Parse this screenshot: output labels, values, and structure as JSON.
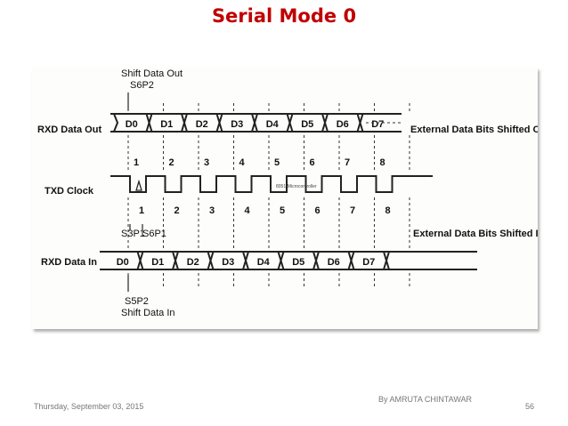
{
  "slide": {
    "title": "Serial Mode 0",
    "footer_date": "Thursday, September 03, 2015",
    "footer_author": "By AMRUTA CHINTAWAR",
    "page_number": "56"
  },
  "diagram": {
    "top_marker": {
      "line1": "Shift Data Out",
      "line2": "S6P2"
    },
    "signals": {
      "rxd_out": "RXD Data Out",
      "txd_clock": "TXD Clock",
      "rxd_in": "RXD Data In"
    },
    "rxd_out_bits": [
      "D0",
      "D1",
      "D2",
      "D3",
      "D4",
      "D5",
      "D6",
      "D7"
    ],
    "rxd_in_bits": [
      "D0",
      "D1",
      "D2",
      "D3",
      "D4",
      "D5",
      "D6",
      "D7"
    ],
    "rxd_out_note": "External Data Bits Shifted Out",
    "rxd_in_note": "External Data Bits Shifted In",
    "clock_numbers": [
      "1",
      "2",
      "3",
      "4",
      "5",
      "6",
      "7",
      "8"
    ],
    "phase_labels": {
      "s3p1": "S3P1",
      "s6p1": "S6P1"
    },
    "bottom_marker": {
      "line1": "S5P2",
      "line2": "Shift Data In"
    },
    "watermark": "8051-Microcontroller"
  }
}
